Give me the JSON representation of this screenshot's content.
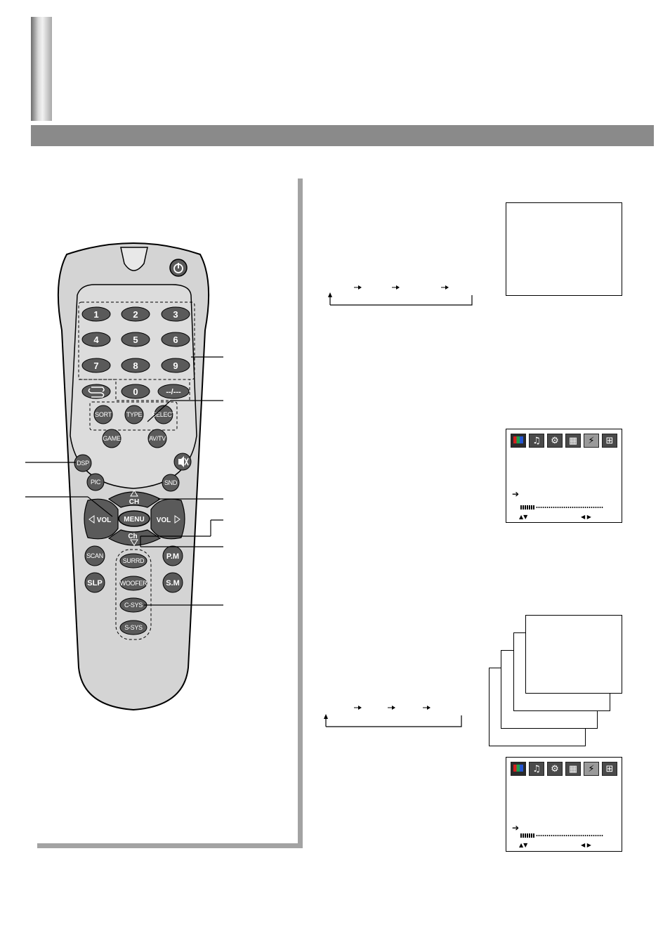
{
  "document": {
    "header_tab_color": "#c8c8c8",
    "header_bar_color": "#8a8a8a"
  },
  "remote": {
    "icons": {
      "power": "power-icon",
      "mute": "mute-icon",
      "recall": "recall-icon",
      "ch_up_arrow": "triangle-up-icon",
      "ch_down_arrow": "triangle-down-icon",
      "vol_left_arrow": "triangle-left-icon",
      "vol_right_arrow": "triangle-right-icon"
    },
    "number_keys": [
      "1",
      "2",
      "3",
      "4",
      "5",
      "6",
      "7",
      "8",
      "9"
    ],
    "zero_key": "0",
    "digit_key": "--/---",
    "row_sort": [
      "SORT",
      "TYPE",
      "SELECT"
    ],
    "game_key": "GAME",
    "avtv_key": "AV/TV",
    "dsp_key": "DSP",
    "pic_key": "PIC",
    "snd_key": "SND",
    "ch_label_up": "CH",
    "ch_label_down": "Ch",
    "vol_left": "VOL",
    "vol_right": "VOL",
    "menu_key": "MENU",
    "scan_key": "SCAN",
    "slp_key": "SLP",
    "pm_key": "P.M",
    "sm_key": "S.M",
    "center_column": [
      "SURRD",
      "WOOFER",
      "C-SYS",
      "S-SYS"
    ],
    "button_color": "#5a5a5a",
    "body_color": "#d4d4d4"
  },
  "menu_screens": [
    {
      "icons": [
        "tv-picture-icon",
        "guitar-sound-icon",
        "gears-function-icon",
        "channel-grid-icon",
        "antenna-icon",
        "keypad-grid-icon"
      ],
      "pointer_icon": "arrow-right-icon",
      "level_fraction": 0.16,
      "nav_updown": "▲▼",
      "nav_leftright": "◀ ▶"
    },
    {
      "icons": [
        "tv-picture-icon",
        "guitar-sound-icon",
        "gears-function-icon",
        "channel-grid-icon",
        "antenna-icon",
        "keypad-grid-icon"
      ],
      "pointer_icon": "arrow-right-icon",
      "level_fraction": 0.16,
      "nav_updown": "▲▼",
      "nav_leftright": "◀ ▶"
    }
  ]
}
